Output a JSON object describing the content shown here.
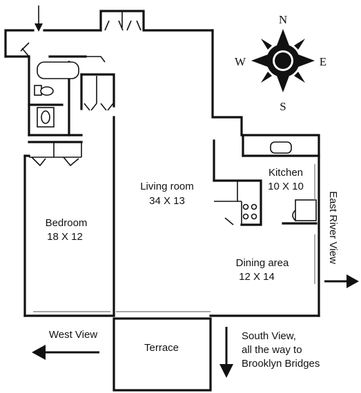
{
  "rooms": {
    "living": {
      "name": "Living room",
      "size": "34 X 13"
    },
    "bedroom": {
      "name": "Bedroom",
      "size": "18 X 12"
    },
    "kitchen": {
      "name": "Kitchen",
      "size": "10 X 10"
    },
    "dining": {
      "name": "Dining area",
      "size": "12 X 14"
    },
    "terrace": {
      "name": "Terrace"
    }
  },
  "views": {
    "east": "East River View",
    "west": "West View",
    "south_lines": [
      "South View,",
      "all the way to",
      "Brooklyn Bridges"
    ]
  },
  "compass": {
    "n": "N",
    "s": "S",
    "e": "E",
    "w": "W"
  }
}
